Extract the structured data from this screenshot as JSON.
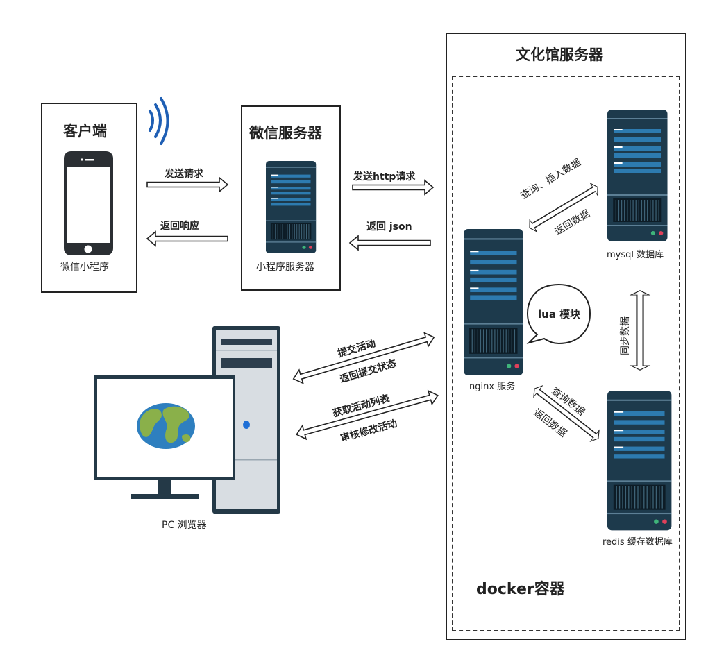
{
  "client": {
    "title": "客户端",
    "caption": "微信小程序"
  },
  "wechat_server": {
    "title": "微信服务器",
    "caption": "小程序服务器"
  },
  "culture_server": {
    "title": "文化馆服务器"
  },
  "docker": {
    "label": "docker容器"
  },
  "nodes": {
    "mysql": "mysql 数据库",
    "nginx": "nginx 服务",
    "redis": "redis 缓存数据库",
    "lua": "lua 模块",
    "pc": "PC 浏览器"
  },
  "edges": {
    "send_request": "发送请求",
    "return_response": "返回响应",
    "send_http": "发送http请求",
    "return_json": "返回 json",
    "query_insert": "查询、插入数据",
    "return_data_mysql": "返回数据",
    "sync_data": "同步数据",
    "query_data": "查询数据",
    "return_data_redis": "返回数据",
    "submit_activity": "提交活动",
    "return_submit_status": "返回提交状态",
    "get_activity_list": "获取活动列表",
    "review_modify_activity": "审核修改活动"
  },
  "colors": {
    "server_dark": "#1d3a4c",
    "server_stripe": "#2d7bb0",
    "phone_body": "#2b2f33",
    "wifi_blue": "#1f5fb4",
    "globe_ocean": "#2e7fbf",
    "globe_land": "#8ab04a",
    "tower_gray": "#d8dde2",
    "monitor_frame": "#243947"
  },
  "icons": [
    "phone-icon",
    "wifi-icon",
    "server-icon",
    "globe-icon",
    "desktop-tower-icon",
    "monitor-icon"
  ]
}
